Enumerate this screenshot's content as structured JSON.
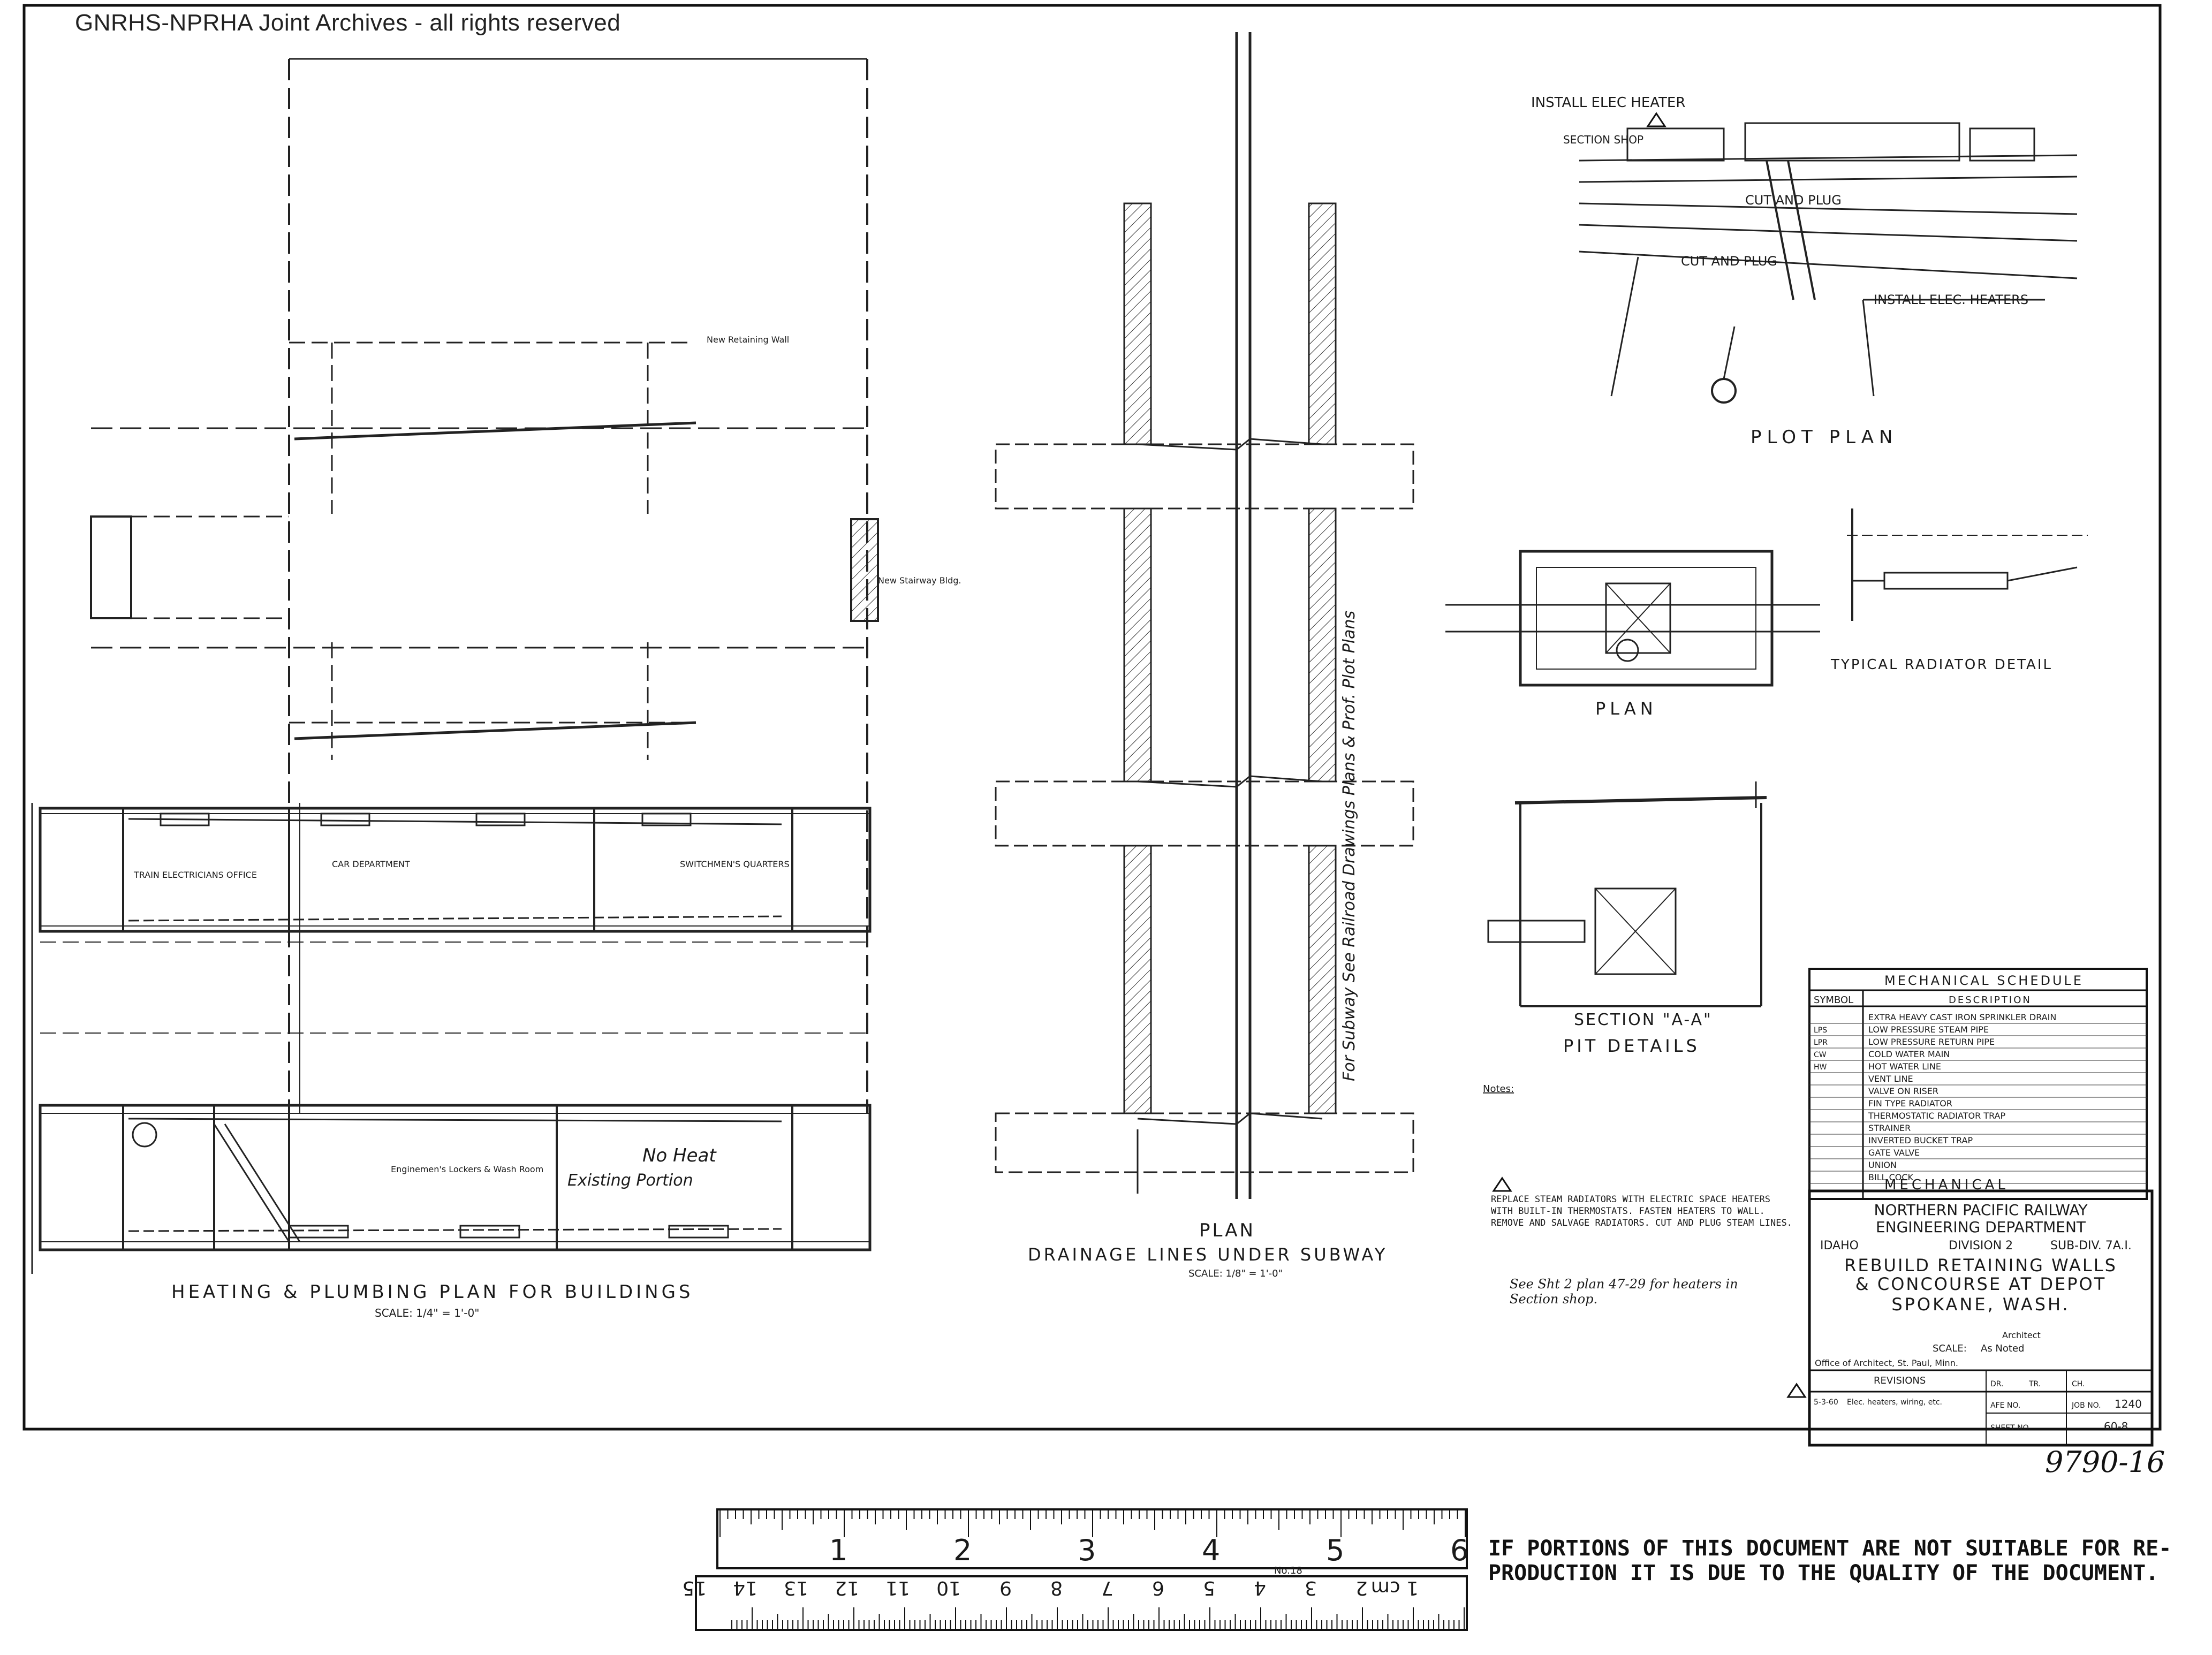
{
  "watermark": "GNRHS-NPRHA Joint Archives - all rights reserved",
  "drawing": {
    "heating_plan_title": "HEATING & PLUMBING PLAN FOR BUILDINGS",
    "heating_plan_scale": "SCALE: 1/4\" = 1'-0\"",
    "drainage_title": "PLAN",
    "drainage_subtitle": "DRAINAGE LINES UNDER SUBWAY",
    "drainage_scale": "SCALE: 1/8\" = 1'-0\"",
    "plot_plan_title": "PLOT PLAN",
    "plan_title": "PLAN",
    "section_title": "SECTION \"A-A\"",
    "pit_details_title": "PIT DETAILS",
    "typical_radiator_title": "TYPICAL RADIATOR DETAIL",
    "no_heat": "No Heat",
    "existing_portion": "Existing Portion",
    "install_elec_heater": "INSTALL ELEC HEATER",
    "install_elec_heaters": "INSTALL ELEC. HEATERS",
    "cut_and_plug": "CUT AND PLUG",
    "section_shop": "SECTION SHOP",
    "subway_note": "For Subway See Railroad Drawings Plans & Prof. Plot Plans",
    "new_retaining_wall": "New Retaining Wall",
    "new_stairway": "New Stairway Bldg.",
    "train_electricians": "TRAIN ELECTRICIANS OFFICE",
    "car_department": "CAR DEPARTMENT",
    "switchmens": "SWITCHMEN'S QUARTERS",
    "enginemans_lockers": "Enginemen's Lockers & Wash Room",
    "replace_note": "REPLACE STEAM RADIATORS WITH ELECTRIC SPACE HEATERS WITH BUILT-IN THERMOSTATS. FASTEN HEATERS TO WALL. REMOVE AND SALVAGE RADIATORS. CUT AND PLUG STEAM LINES.",
    "see_sheet": "See Sht 2 plan 47-29 for heaters in Section shop.",
    "notes_label": "Notes:"
  },
  "schedule": {
    "title": "MECHANICAL SCHEDULE",
    "col_symbol": "SYMBOL",
    "col_description": "DESCRIPTION",
    "rows": [
      {
        "symbol": "",
        "desc": "EXTRA HEAVY CAST IRON SPRINKLER DRAIN"
      },
      {
        "symbol": "LPS",
        "desc": "LOW PRESSURE STEAM PIPE"
      },
      {
        "symbol": "LPR",
        "desc": "LOW PRESSURE RETURN PIPE"
      },
      {
        "symbol": "CW",
        "desc": "COLD WATER MAIN"
      },
      {
        "symbol": "HW",
        "desc": "HOT WATER LINE"
      },
      {
        "symbol": "",
        "desc": "VENT LINE"
      },
      {
        "symbol": "",
        "desc": "VALVE ON RISER"
      },
      {
        "symbol": "",
        "desc": "FIN TYPE RADIATOR"
      },
      {
        "symbol": "",
        "desc": "THERMOSTATIC RADIATOR TRAP"
      },
      {
        "symbol": "",
        "desc": "STRAINER"
      },
      {
        "symbol": "",
        "desc": "INVERTED BUCKET TRAP"
      },
      {
        "symbol": "",
        "desc": "GATE VALVE"
      },
      {
        "symbol": "",
        "desc": "UNION"
      },
      {
        "symbol": "",
        "desc": "BILL COCK"
      }
    ],
    "footer": "MECHANICAL"
  },
  "title_block": {
    "company": "NORTHERN PACIFIC RAILWAY",
    "department": "ENGINEERING DEPARTMENT",
    "state": "IDAHO",
    "division": "DIVISION 2",
    "subdiv": "SUB-DIV. 7A.I.",
    "title1": "REBUILD RETAINING WALLS",
    "title2": "& CONCOURSE AT DEPOT",
    "location": "SPOKANE, WASH.",
    "architect": "Architect",
    "scale_label": "SCALE:",
    "scale_value": "As Noted",
    "office": "Office of Architect, St. Paul, Minn.",
    "revisions_label": "REVISIONS",
    "rev_date": "5-3-60",
    "rev_desc": "Elec. heaters, wiring, etc.",
    "dr_label": "DR.",
    "tr_label": "TR.",
    "ch_label": "CH.",
    "afe_label": "AFE NO.",
    "job_label": "JOB NO.",
    "job_no": "1240",
    "sheet_label": "SHEET NO.",
    "file_no": "60-8"
  },
  "sheet_number": "9790-16",
  "ruler": {
    "top_numbers": [
      "1",
      "2",
      "3",
      "4",
      "5",
      "6"
    ],
    "bottom_numbers": [
      "1 cm",
      "2",
      "3",
      "4",
      "5",
      "6",
      "7",
      "8",
      "9",
      "10",
      "11",
      "12",
      "13",
      "14",
      "15"
    ],
    "maker": "No.18"
  },
  "reproduction_note": "IF PORTIONS OF THIS DOCUMENT ARE NOT SUITABLE FOR RE-PRODUCTION IT IS DUE TO THE QUALITY OF THE DOCUMENT."
}
